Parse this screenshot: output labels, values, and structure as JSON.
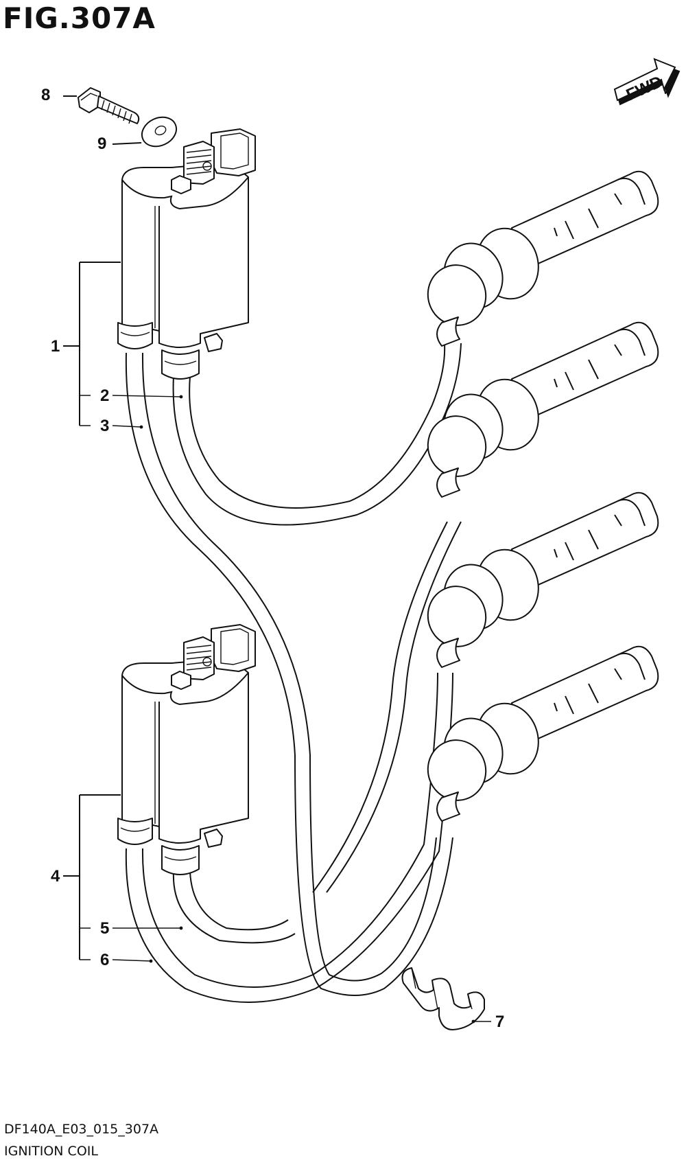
{
  "figure": {
    "title": "FIG.307A"
  },
  "fwd_label": "FWD",
  "parts": [
    {
      "num": "1"
    },
    {
      "num": "2"
    },
    {
      "num": "3"
    },
    {
      "num": "4"
    },
    {
      "num": "5"
    },
    {
      "num": "6"
    },
    {
      "num": "7"
    },
    {
      "num": "8"
    },
    {
      "num": "9"
    }
  ],
  "footer": {
    "code": "DF140A_E03_015_307A",
    "caption": "IGNITION COIL"
  }
}
